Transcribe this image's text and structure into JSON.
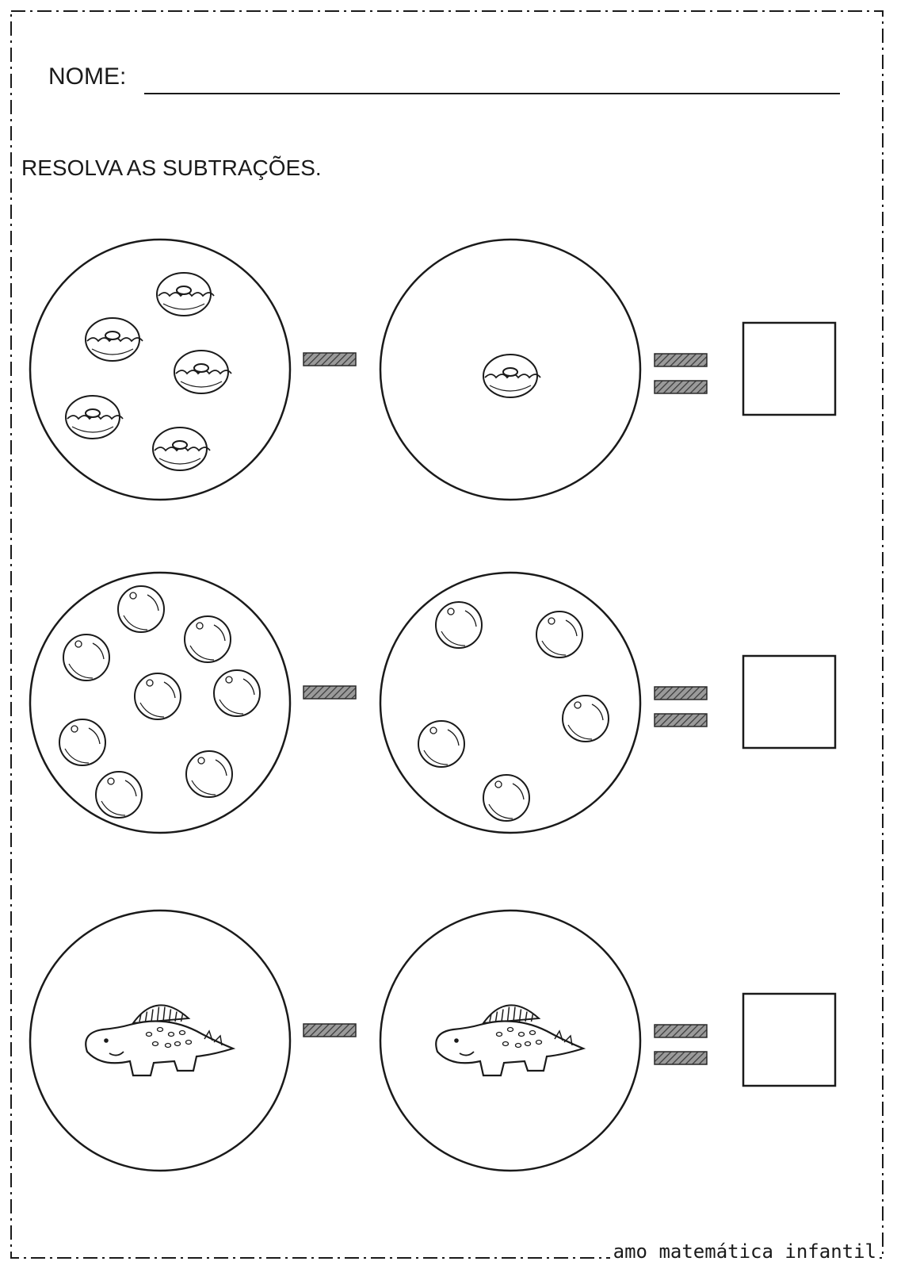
{
  "header": {
    "name_label": "NOME:",
    "instruction": "RESOLVA AS SUBTRAÇÕES."
  },
  "problems": [
    {
      "object": "donut-icon",
      "minuend_count": 5,
      "subtrahend_count": 1,
      "operator": "-",
      "equals": "=",
      "answer": ""
    },
    {
      "object": "orange-icon",
      "minuend_count": 8,
      "subtrahend_count": 5,
      "operator": "-",
      "equals": "=",
      "answer": ""
    },
    {
      "object": "dinosaur-icon",
      "minuend_count": 1,
      "subtrahend_count": 1,
      "operator": "-",
      "equals": "=",
      "answer": ""
    }
  ],
  "footer": {
    "brand": "amo matemática infantil"
  },
  "colors": {
    "ink": "#1a1a1a",
    "bar": "#6b6b6b",
    "paper": "#ffffff"
  }
}
